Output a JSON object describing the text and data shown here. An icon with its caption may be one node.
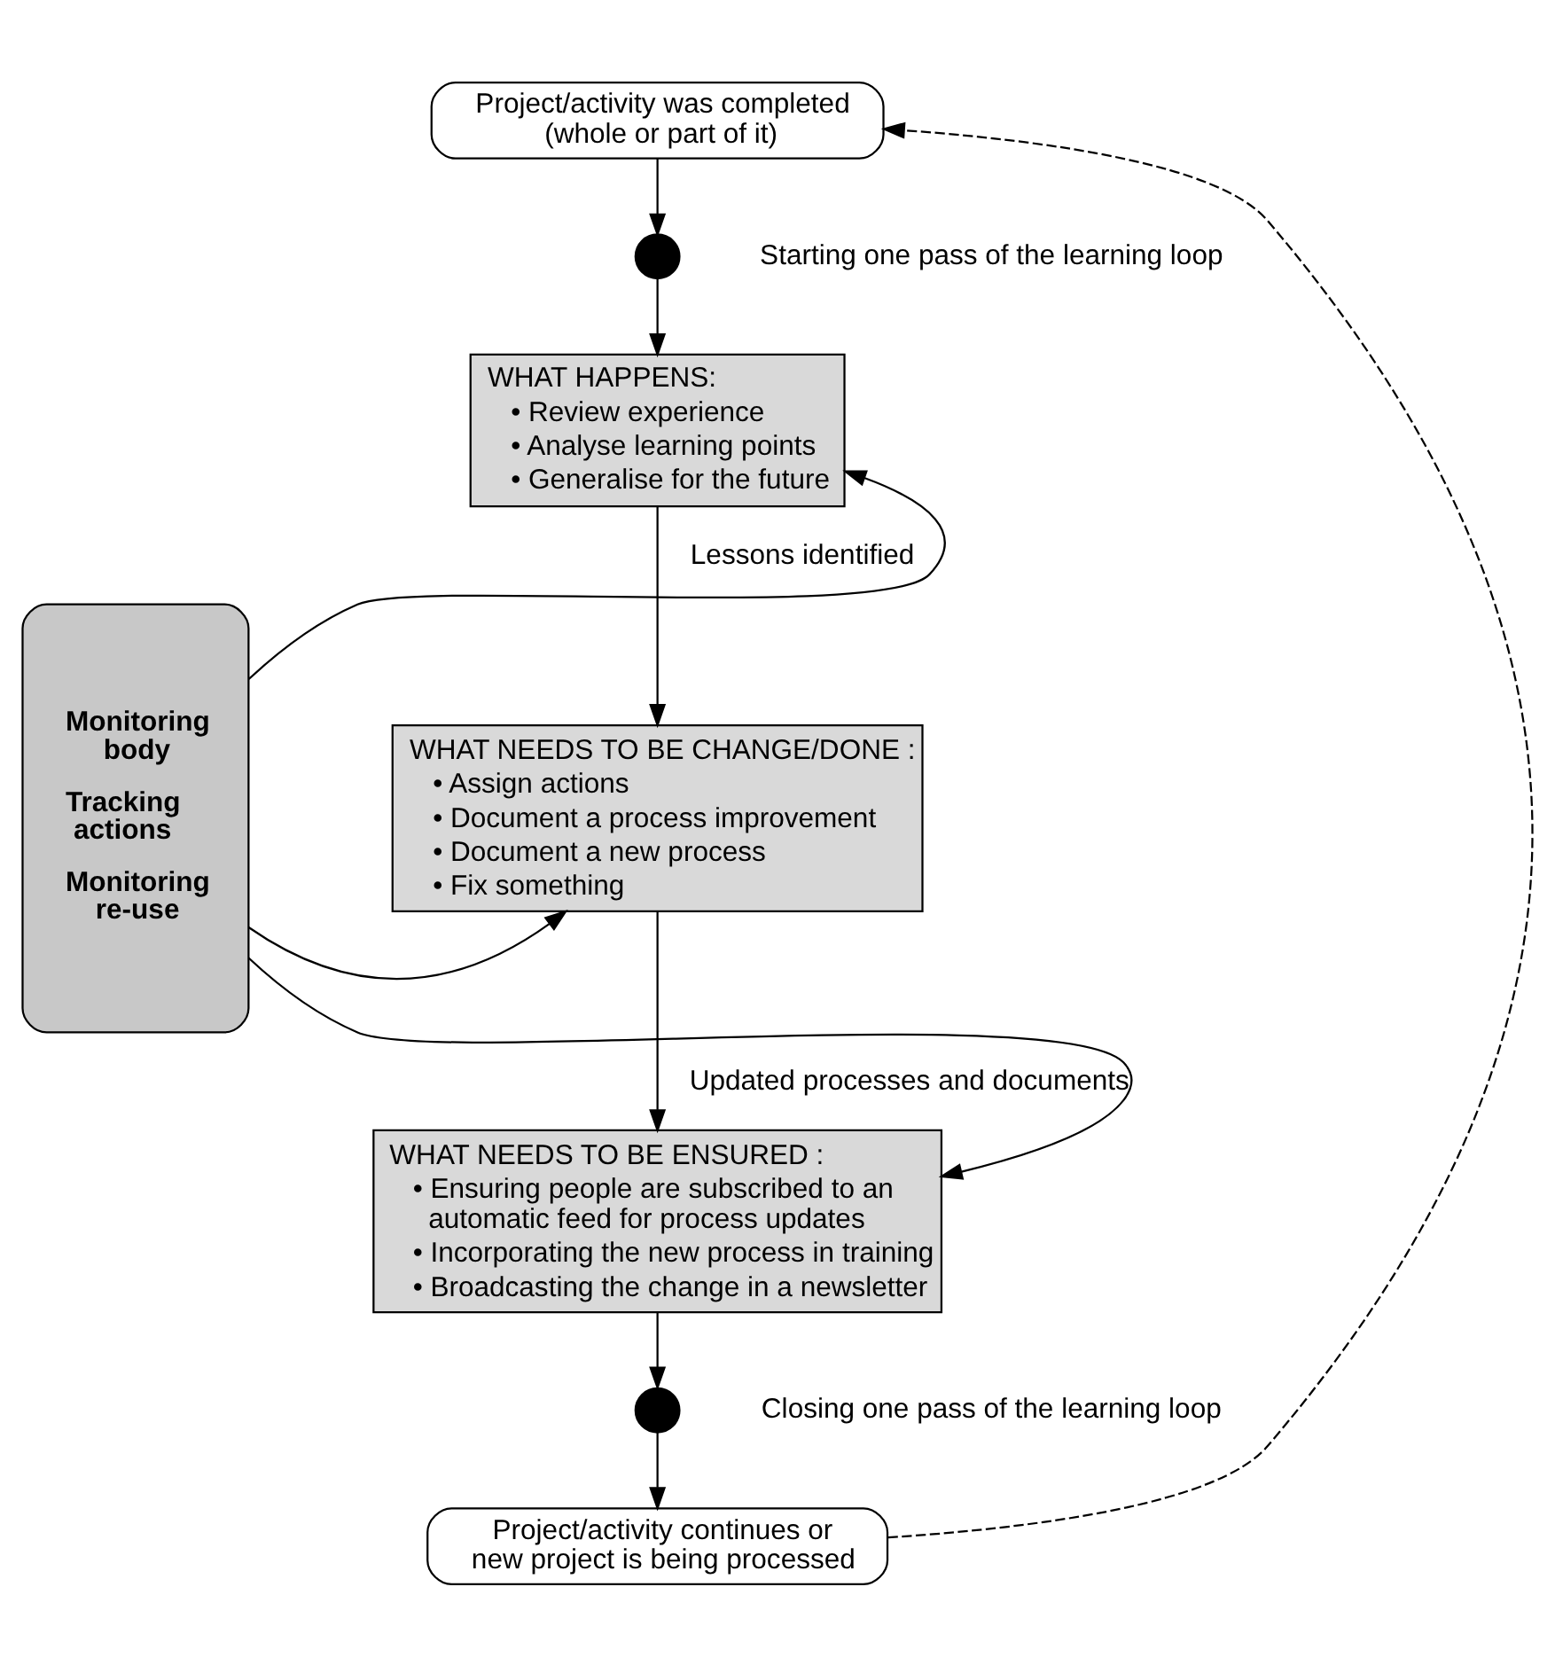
{
  "diagram": {
    "nodes": [
      {
        "text": [
          "Project/activity was completed (whole or part of it)"
        ]
      },
      {
        "text": [],
        "shape": "circle",
        "beside": [
          "Starting one pass of the learning loop"
        ]
      },
      {
        "text": [
          "WHAT HAPPENS:",
          "• Review experience",
          "• Analyse learning points",
          "• Generalise for the future"
        ]
      },
      {
        "text": [
          "WHAT NEEDS TO BE CHANGE/DONE :",
          "• Assign actions",
          "• Document a process improvement",
          "• Document a new process",
          "• Fix something"
        ]
      },
      {
        "text": [
          "WHAT NEEDS TO BE ENSURED :",
          "• Ensuring people are subscribed to an automatic feed for process updates",
          "• Incorporating the new process in training",
          "• Broadcasting the change in a newsletter"
        ]
      },
      {
        "text": [],
        "shape": "circle",
        "beside": [
          "Closing one pass of the learning loop"
        ]
      },
      {
        "text": [
          "Project/activity continues or new project is being processed"
        ]
      },
      {
        "text": [
          "Monitoring body",
          "Tracking actions",
          "Monitoring re-use"
        ]
      }
    ],
    "edges": [
      {
        "from": 0,
        "to": 1,
        "arrow": "to"
      },
      {
        "from": 1,
        "to": 2,
        "arrow": "to"
      },
      {
        "from": 2,
        "to": 3,
        "arrow": "to",
        "label": "Lessons identified"
      },
      {
        "from": 3,
        "to": 4,
        "arrow": "to",
        "label": "Updated processes and documents"
      },
      {
        "from": 4,
        "to": 5,
        "arrow": "to"
      },
      {
        "from": 5,
        "to": 6,
        "arrow": "to"
      },
      {
        "from": 7,
        "to": 2,
        "arrow": "to"
      },
      {
        "from": 7,
        "to": 3,
        "arrow": "to"
      },
      {
        "from": 7,
        "to": 4,
        "arrow": "to"
      },
      {
        "from": 6,
        "to": 0,
        "arrow": "to",
        "style": "dashed"
      }
    ]
  }
}
